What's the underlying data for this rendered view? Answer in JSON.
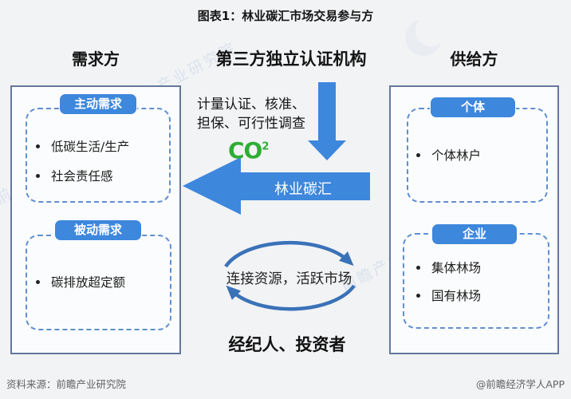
{
  "title": "图表1：林业碳汇市场交易参与方",
  "headers": {
    "demand": "需求方",
    "certifier": "第三方独立认证机构",
    "supply": "供给方"
  },
  "demand_panel": {
    "groups": [
      {
        "label": "主动需求",
        "items": [
          "低碳生活/生产",
          "社会责任感"
        ]
      },
      {
        "label": "被动需求",
        "items": [
          "碳排放超定额"
        ]
      }
    ]
  },
  "supply_panel": {
    "groups": [
      {
        "label": "个体",
        "items": [
          "个体林户"
        ]
      },
      {
        "label": "企业",
        "items": [
          "集体林场",
          "国有林场"
        ]
      }
    ]
  },
  "center": {
    "certification_note_line1": "计量认证、核准、",
    "certification_note_line2": "担保、可行性调查",
    "co2_label": "CO",
    "co2_superscript": "2",
    "flow_arrow_label": "林业碳汇",
    "cycle_label": "连接资源，活跃市场",
    "brokers_label": "经纪人、投资者"
  },
  "footer": {
    "source": "资料来源：前瞻产业研究院",
    "credit": "@前瞻经济学人APP"
  },
  "watermark": {
    "text": "前瞻产业研究院"
  },
  "colors": {
    "accent_blue": "#3d87dd",
    "panel_border": "#64779c",
    "dashed_border": "#5f8fd0",
    "arrow_steel_blue": "#3a72b8",
    "co2_green": "#2fad34",
    "text_dark": "#141414",
    "footer_gray": "#636363",
    "background": "#f2f3f5"
  }
}
